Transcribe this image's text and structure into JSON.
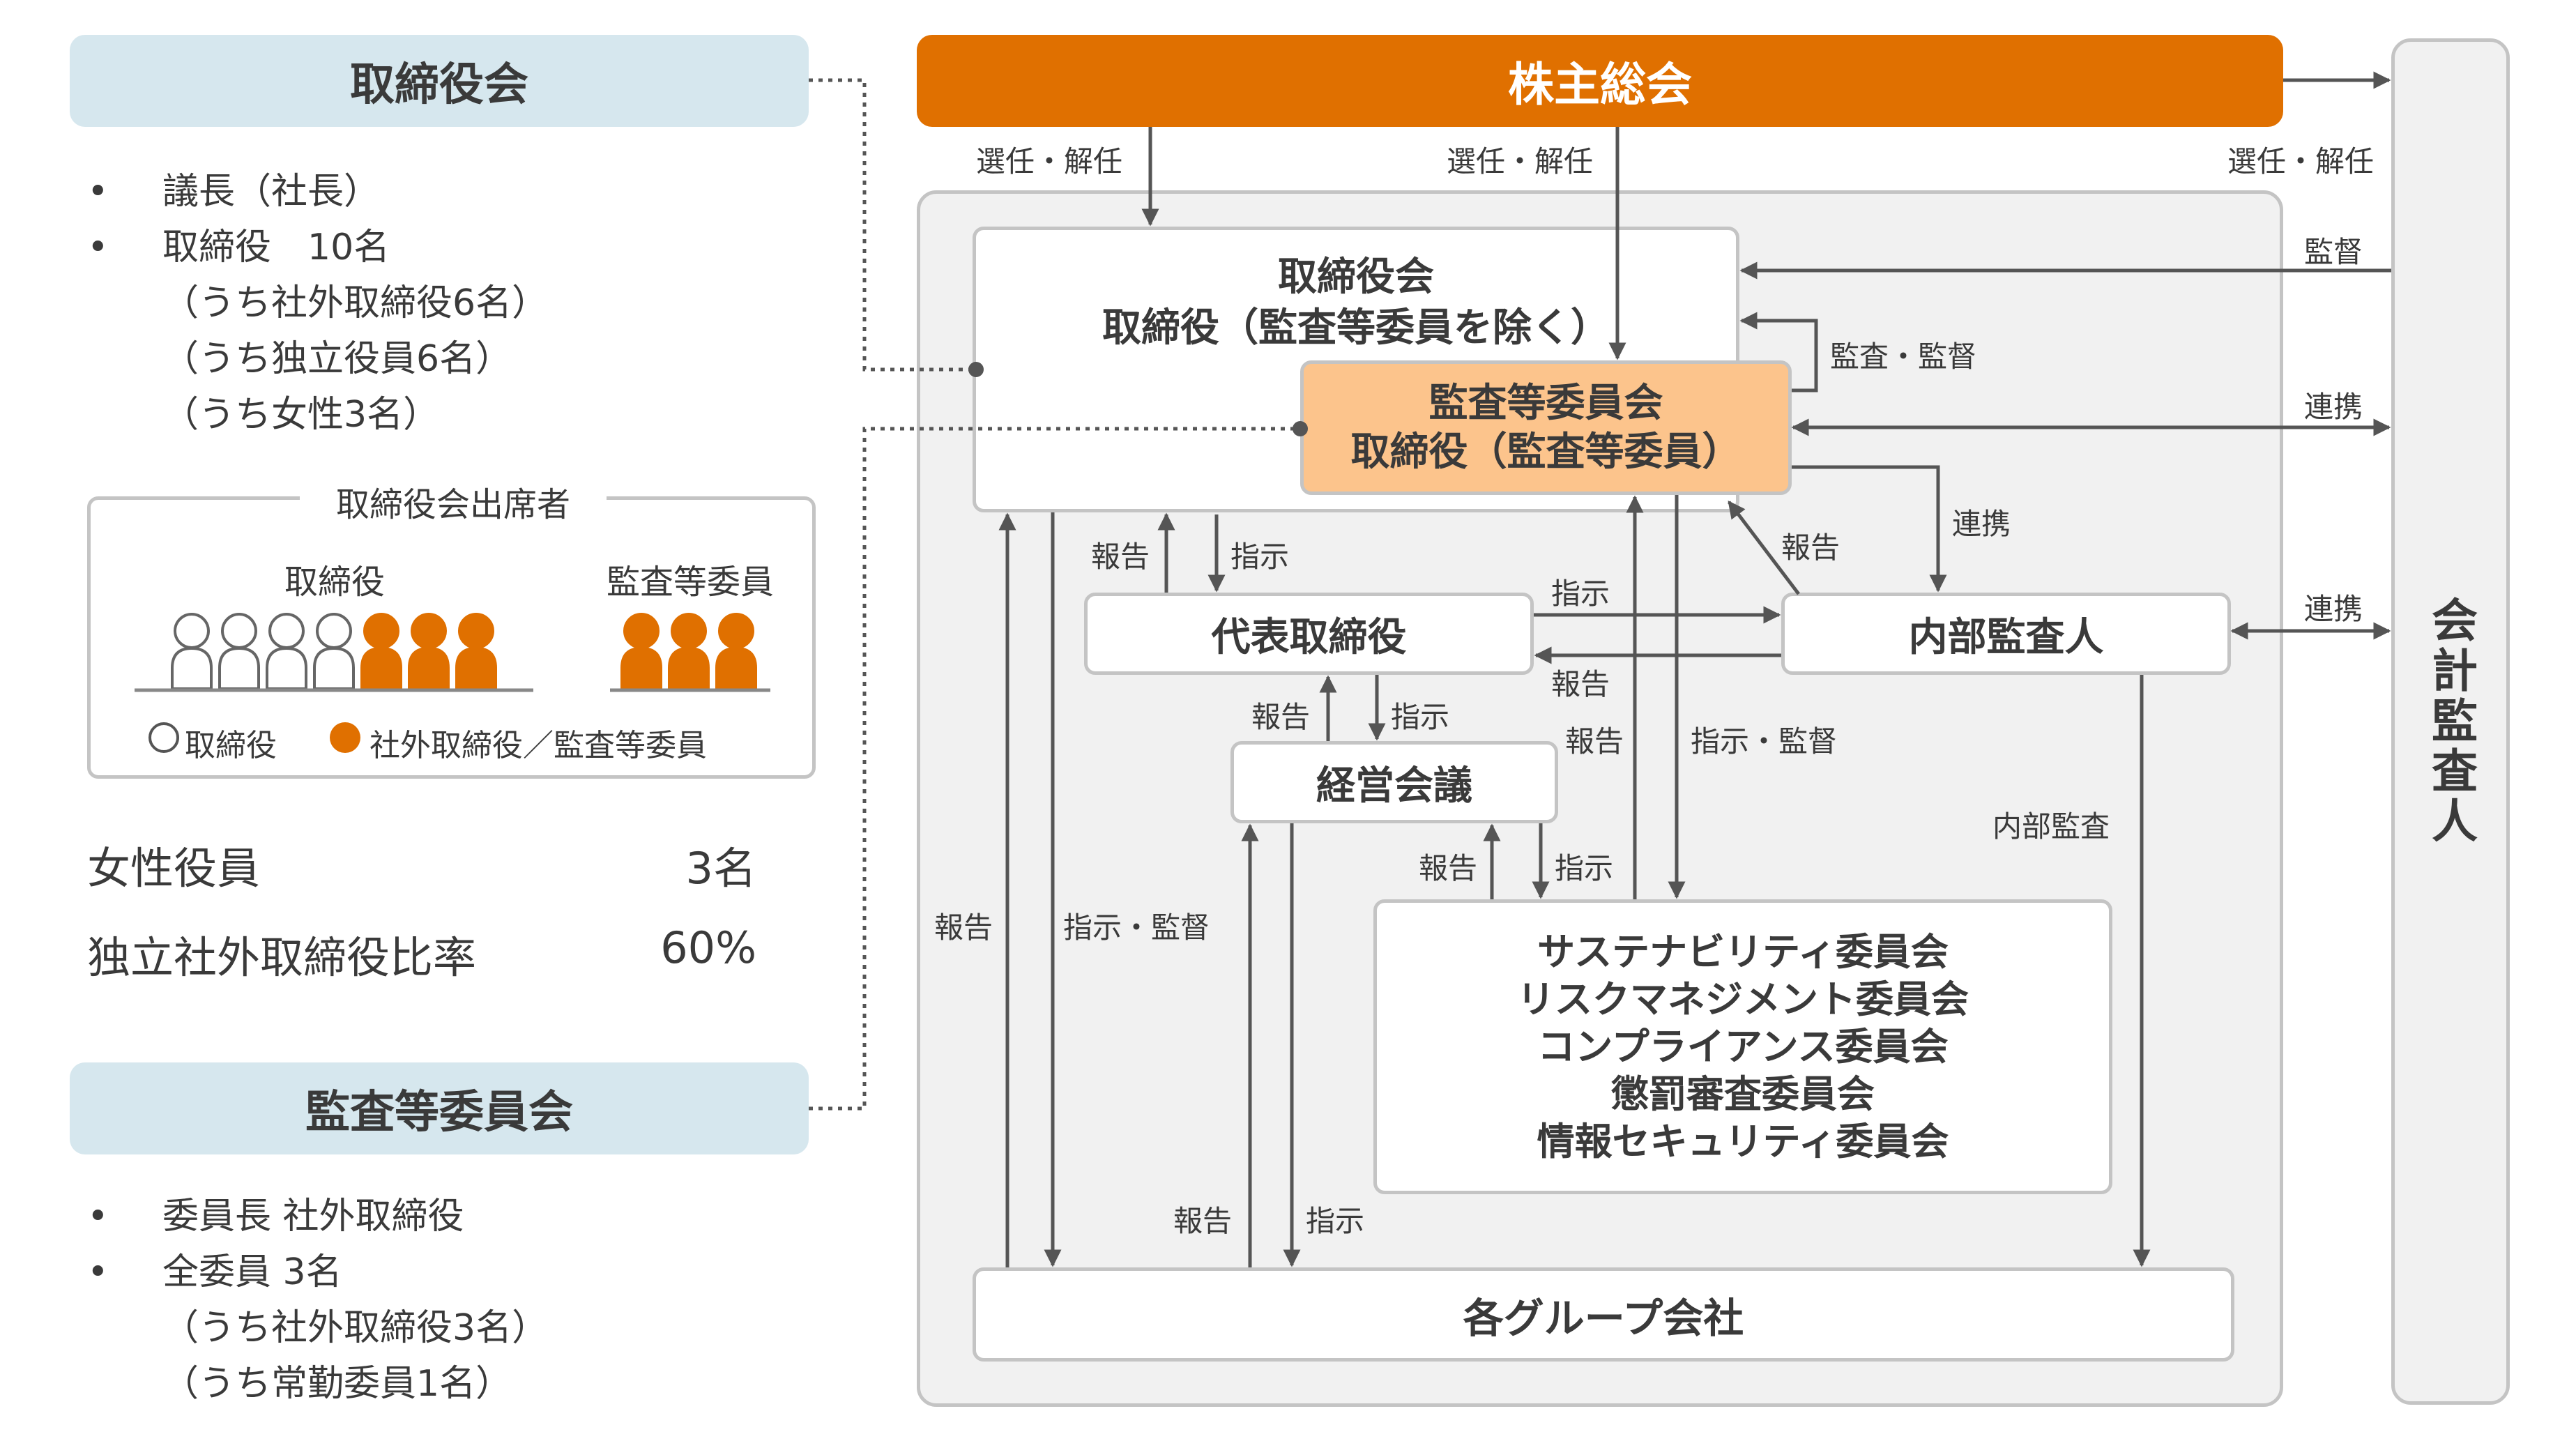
{
  "left": {
    "board_title": "取締役会",
    "board_items": [
      "議長（社長）",
      "取締役　10名",
      "（うち社外取締役6名）",
      "（うち独立役員6名）",
      "（うち女性3名）"
    ],
    "attendees": {
      "title": "取締役会出席者",
      "directors_label": "取締役",
      "audit_label": "監査等委員",
      "legend_director": "取締役",
      "legend_outside": "社外取締役／監査等委員",
      "director_count": 4,
      "outside_count": 3,
      "audit_count": 3
    },
    "stats": [
      {
        "label": "女性役員",
        "value": "3名"
      },
      {
        "label": "独立社外取締役比率",
        "value": "60%"
      }
    ],
    "audit_title": "監査等委員会",
    "audit_items": [
      "委員長 社外取締役",
      "全委員 3名",
      "（うち社外取締役3名）",
      "（うち常勤委員1名）"
    ]
  },
  "diagram": {
    "shareholders": "株主総会",
    "auditor": "会計監査人",
    "board_line1": "取締役会",
    "board_line2": "取締役（監査等委員を除く）",
    "audit_line1": "監査等委員会",
    "audit_line2": "取締役（監査等委員）",
    "ceo": "代表取締役",
    "internal_audit": "内部監査人",
    "mgmt": "経営会議",
    "committees": [
      "サステナビリティ委員会",
      "リスクマネジメント委員会",
      "コンプライアンス委員会",
      "懲罰審査委員会",
      "情報セキュリティ委員会"
    ],
    "group": "各グループ会社",
    "labels": {
      "elect1": "選任・解任",
      "elect2": "選任・解任",
      "elect3": "選任・解任",
      "supervise": "監督",
      "audit_supervise": "監査・監督",
      "cooperate1": "連携",
      "cooperate2": "連携",
      "cooperate3": "連携",
      "report_board": "報告",
      "instruct_board": "指示",
      "instruct_ceo_ia": "指示",
      "report_ia_ceo": "報告",
      "report_ia_audit": "報告",
      "report_ceo_mgmt": "報告",
      "instruct_ceo_mgmt": "指示",
      "report_committees_audit": "報告",
      "instruct_supervise_committees": "指示・監督",
      "report_mgmt_committees": "報告",
      "instruct_mgmt_committees": "指示",
      "report_group_board": "報告",
      "instruct_supervise_group": "指示・監督",
      "internal_audit_label": "内部監査",
      "report_group_mgmt": "報告",
      "instruct_mgmt_group": "指示"
    }
  },
  "colors": {
    "orange": "#e07000",
    "light_orange": "#fcc48c",
    "light_blue": "#d6e7ee",
    "panel_bg": "#f1f1f1",
    "outline": "#c4c4c4",
    "text": "#3a3a3a",
    "arrow": "#555555"
  }
}
